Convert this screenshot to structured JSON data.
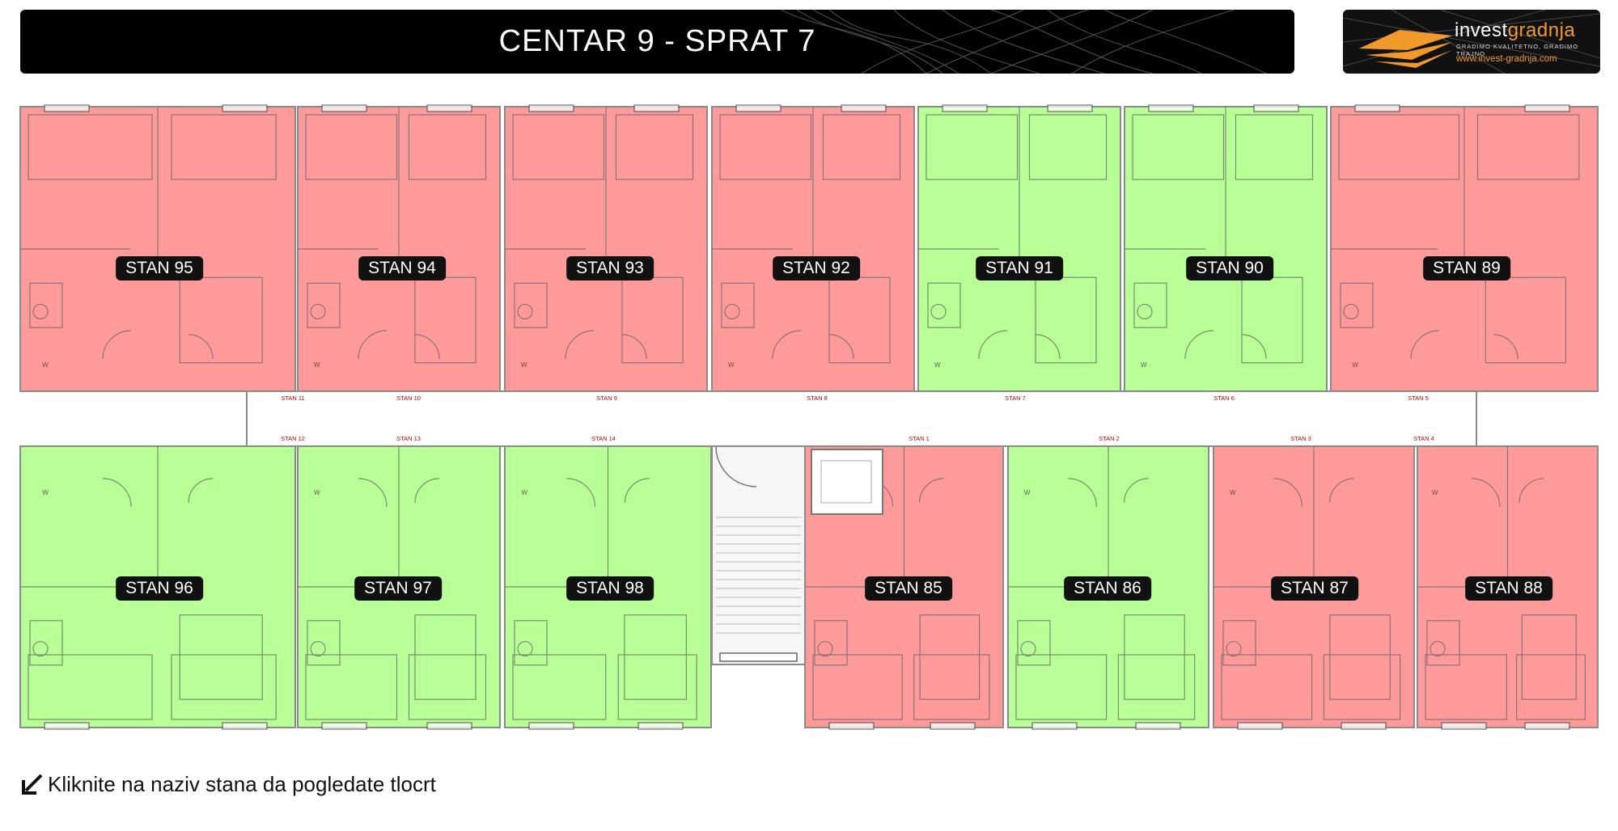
{
  "header": {
    "title": "CENTAR 9 - SPRAT 7"
  },
  "logo": {
    "name_part1": "invest",
    "name_part2": "gradnja",
    "tagline": "GRADIMO KVALITETNO, GRADIMO TRAJNO",
    "url": "www.invest-gradnja.com",
    "accent_color": "#f19a2c"
  },
  "status_colors": {
    "sold": "#ff9a9a",
    "available": "#b8ff95"
  },
  "apartments_top": [
    {
      "label": "STAN 95",
      "status": "sold"
    },
    {
      "label": "STAN 94",
      "status": "sold"
    },
    {
      "label": "STAN 93",
      "status": "sold"
    },
    {
      "label": "STAN 92",
      "status": "sold"
    },
    {
      "label": "STAN 91",
      "status": "available"
    },
    {
      "label": "STAN 90",
      "status": "available"
    },
    {
      "label": "STAN 89",
      "status": "sold"
    }
  ],
  "apartments_bottom": [
    {
      "label": "STAN 96",
      "status": "available"
    },
    {
      "label": "STAN 97",
      "status": "available"
    },
    {
      "label": "STAN 98",
      "status": "available"
    },
    {
      "label": "STAN 85",
      "status": "sold"
    },
    {
      "label": "STAN 86",
      "status": "available"
    },
    {
      "label": "STAN 87",
      "status": "sold"
    },
    {
      "label": "STAN 88",
      "status": "sold"
    }
  ],
  "corridor_labels_top": [
    "STAN 11",
    "STAN 10",
    "STAN 9",
    "STAN 8",
    "STAN 7",
    "STAN 6",
    "STAN 5"
  ],
  "corridor_labels_bottom": [
    "STAN 12",
    "STAN 13",
    "STAN 14",
    "STAN 1",
    "STAN 2",
    "STAN 3",
    "STAN 4"
  ],
  "room_mark": "W",
  "hint": {
    "icon": "arrow-down-left-icon",
    "text": "Kliknite na naziv stana da pogledate tlocrt"
  }
}
